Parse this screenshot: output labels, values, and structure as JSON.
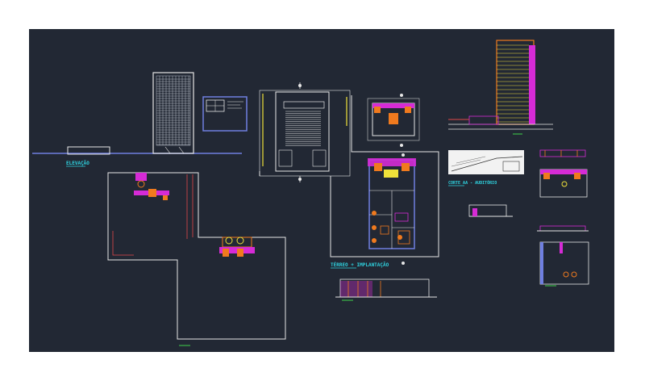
{
  "colors": {
    "background": "#222834",
    "page": "#ffffff",
    "lines_white": "#e6e6e6",
    "cyan": "#2fd3e0",
    "magenta": "#d62bd6",
    "orange": "#f07a1e",
    "yellow": "#f0e23a",
    "blue_frame": "#6f7fe0",
    "red": "#e24848",
    "green": "#3fd24a",
    "gray": "#8a8f99"
  },
  "labels": {
    "elevation": "ELEVAÇÃO",
    "location_plan": "TÉRREO + IMPLANTAÇÃO",
    "section": "CORTE AA - AUDITÓRIO"
  },
  "icons": [
    "north-arrow-icon",
    "section-marker-icon",
    "column-marker-icon"
  ]
}
